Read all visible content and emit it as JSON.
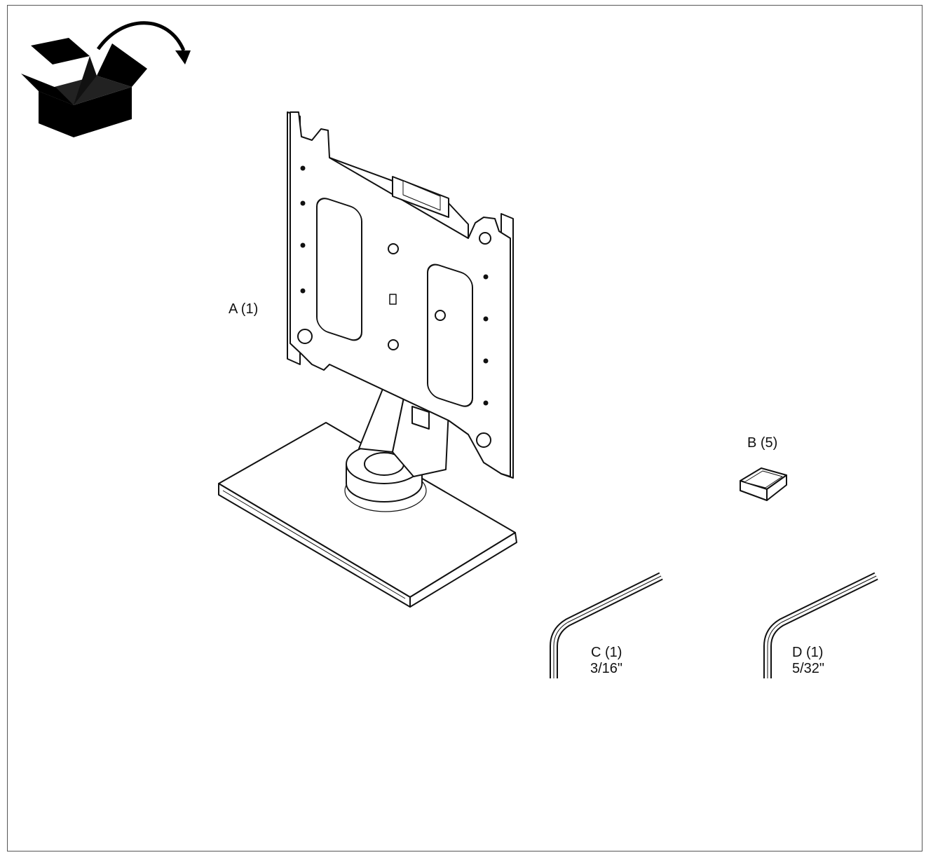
{
  "figure": {
    "unbox_icon": "open-box-with-curved-arrow-icon",
    "parts": [
      {
        "label": "A (1)",
        "item": "stand-with-mounting-plate"
      },
      {
        "label": "B (5)",
        "item": "square-spacer"
      },
      {
        "label": "C (1)",
        "size": "3/16\"",
        "item": "hex-key"
      },
      {
        "label": "D (1)",
        "size": "5/32\"",
        "item": "hex-key"
      }
    ]
  },
  "colors": {
    "line": "#111111",
    "fill": "#ffffff",
    "frame": "#555555"
  }
}
